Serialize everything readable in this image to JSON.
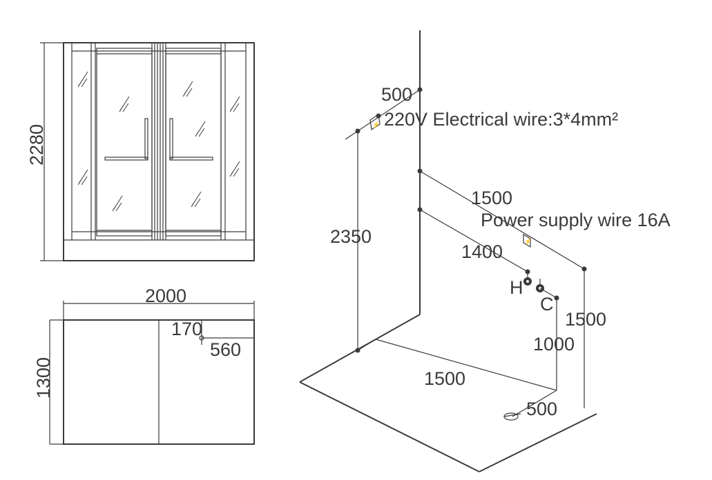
{
  "front_view": {
    "height_label": "2280"
  },
  "plan_view": {
    "width_label": "2000",
    "depth_label": "1300",
    "drain_offset_x": "170",
    "drain_offset_y": "560"
  },
  "installation_view": {
    "top_offset": "500",
    "electrical_note": "220V Electrical wire:3*4mm²",
    "height_total": "2350",
    "power_height": "1500",
    "power_note": "Power supply wire 16A",
    "water_height": "1400",
    "hot_label": "H",
    "cold_label": "C",
    "right_height": "1500",
    "tap_height": "1000",
    "floor_length": "1500",
    "drain_offset": "500"
  }
}
